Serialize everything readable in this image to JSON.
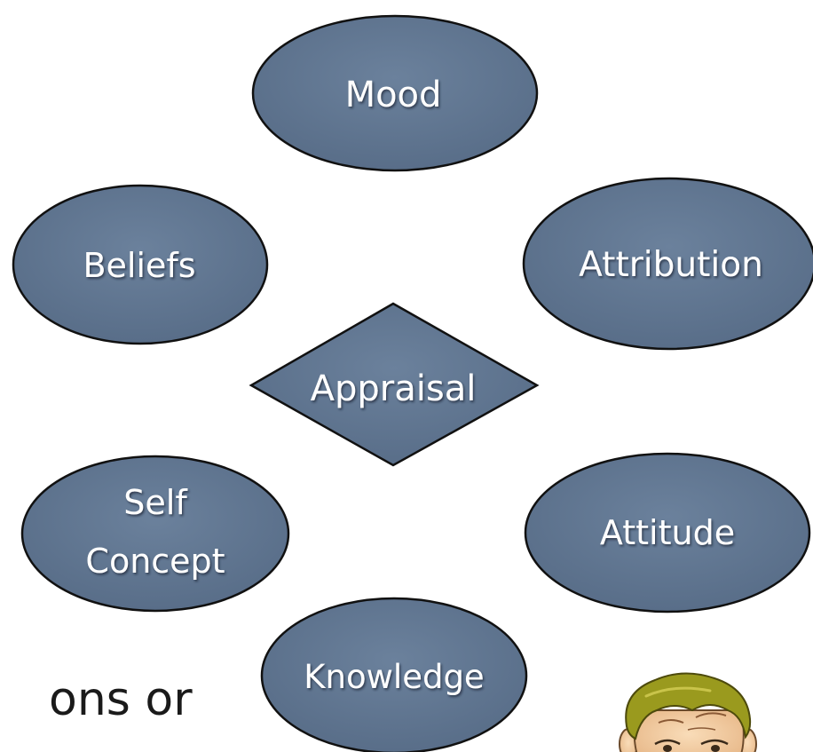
{
  "diagram": {
    "center": {
      "label": "Appraisal"
    },
    "nodes": {
      "mood": "Mood",
      "beliefs": "Beliefs",
      "attribution": "Attribution",
      "self_concept_line1": "Self",
      "self_concept_line2": "Concept",
      "attitude": "Attitude",
      "knowledge": "Knowledge"
    },
    "node_color": "#5f7591",
    "node_outline": "#111111",
    "label_color": "#ffffff"
  },
  "slide": {
    "partial_text": "ons or"
  },
  "decorations": {
    "cartoon_head": "worried-face-icon"
  }
}
